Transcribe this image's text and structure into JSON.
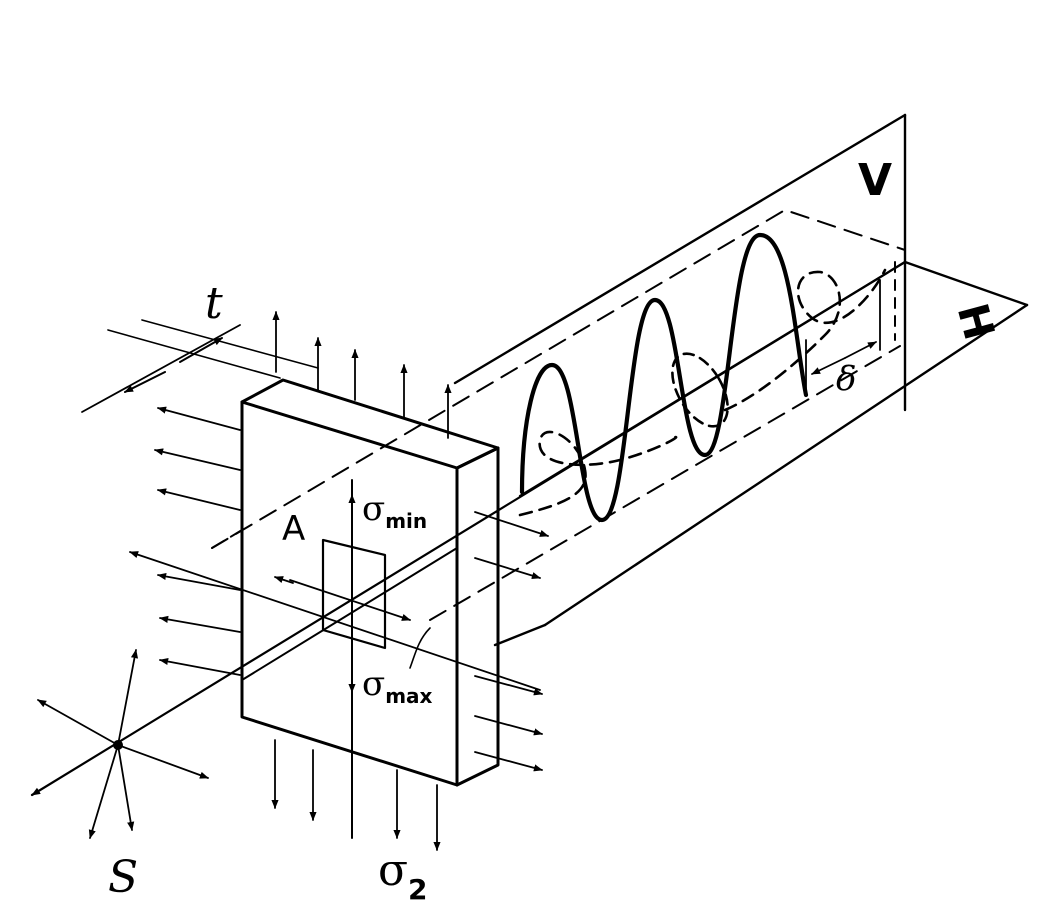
{
  "labels": {
    "V": "V",
    "H": "H",
    "t": "t",
    "A": "A",
    "S": "S",
    "delta": "δ",
    "sigma_min": "σ",
    "sigma_min_sub": "min",
    "sigma_max": "σ",
    "sigma_max_sub": "max",
    "sigma2": "σ",
    "sigma2_sub": "2"
  },
  "colors": {
    "ink": "#000000",
    "paper": "#ffffff"
  }
}
